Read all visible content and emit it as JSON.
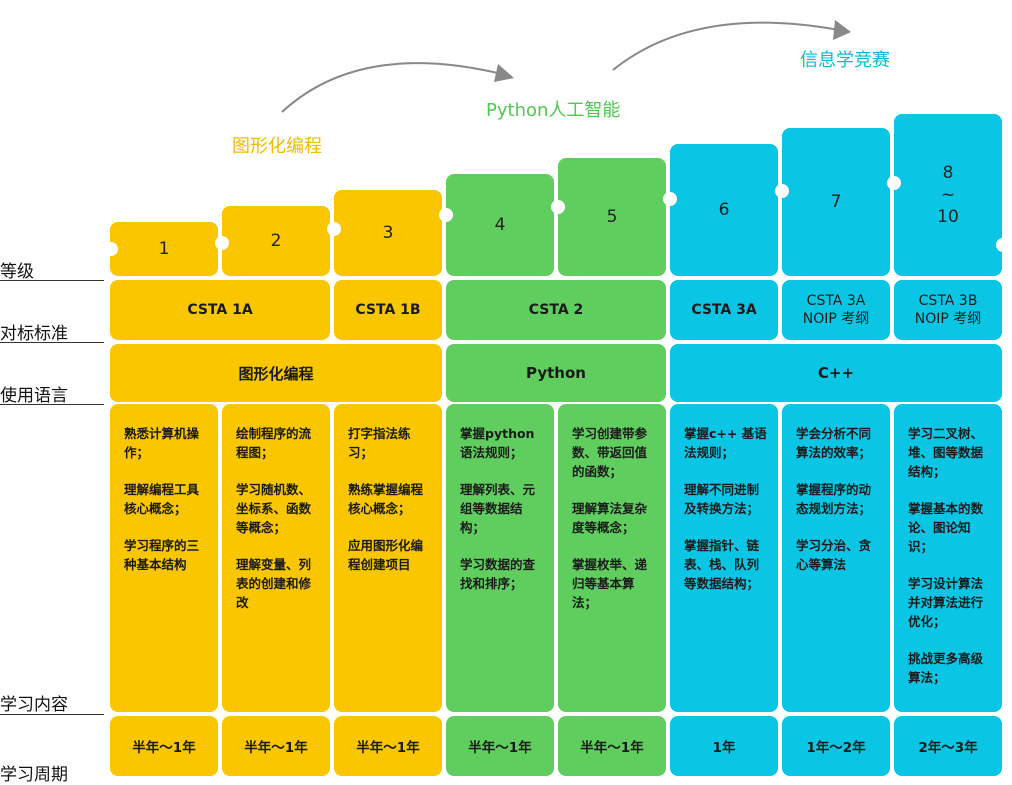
{
  "row_labels": {
    "level": "等级",
    "standard": "对标标准",
    "language": "使用语言",
    "content": "学习内容",
    "period": "学习周期"
  },
  "tracks": {
    "graphical": "图形化编程",
    "python": "Python人工智能",
    "olympiad": "信息学竞赛"
  },
  "levels": [
    "1",
    "2",
    "3",
    "4",
    "5",
    "6",
    "7",
    "8",
    "~",
    "10"
  ],
  "standards": {
    "s1": "CSTA 1A",
    "s2": "CSTA 1B",
    "s3": "CSTA 2",
    "s4": "CSTA 3A",
    "s5a": "CSTA 3A",
    "s5b": "NOIP 考纲",
    "s6a": "CSTA 3B",
    "s6b": "NOIP 考纲"
  },
  "languages": {
    "l1": "图形化编程",
    "l2": "Python",
    "l3": "C++"
  },
  "content": {
    "c1": [
      "熟悉计算机操作；",
      "理解编程工具核心概念；",
      "学习程序的三种基本结构"
    ],
    "c2": [
      "绘制程序的流程图；",
      "学习随机数、坐标系、函数等概念；",
      "理解变量、列表的创建和修改"
    ],
    "c3": [
      "打字指法练习；",
      "熟练掌握编程核心概念；",
      "应用图形化编程创建项目"
    ],
    "c4": [
      "掌握python语法规则；",
      "理解列表、元组等数据结构；",
      "学习数据的查找和排序；"
    ],
    "c5": [
      "学习创建带参数、带返回值的函数；",
      "理解算法复杂度等概念；",
      "掌握枚举、递归等基本算法；"
    ],
    "c6": [
      "掌握c++ 基语法规则；",
      "理解不同进制及转换方法；",
      "掌握指针、链表、栈、队列等数据结构；"
    ],
    "c7": [
      "学会分析不同算法的效率；",
      "掌握程序的动态规划方法；",
      "学习分治、贪心等算法"
    ],
    "c8": [
      "学习二叉树、堆、图等数据结构；",
      "掌握基本的数论、图论知识；",
      "学习设计算法并对算法进行优化；",
      "挑战更多高级算法；"
    ]
  },
  "periods": [
    "半年～1年",
    "半年～1年",
    "半年～1年",
    "半年～1年",
    "半年～1年",
    "1年",
    "1年～2年",
    "2年～3年"
  ],
  "colors": {
    "yellow": "#f9c600",
    "green": "#5fce5f",
    "blue": "#0ac5e4",
    "arrow": "#888888"
  }
}
